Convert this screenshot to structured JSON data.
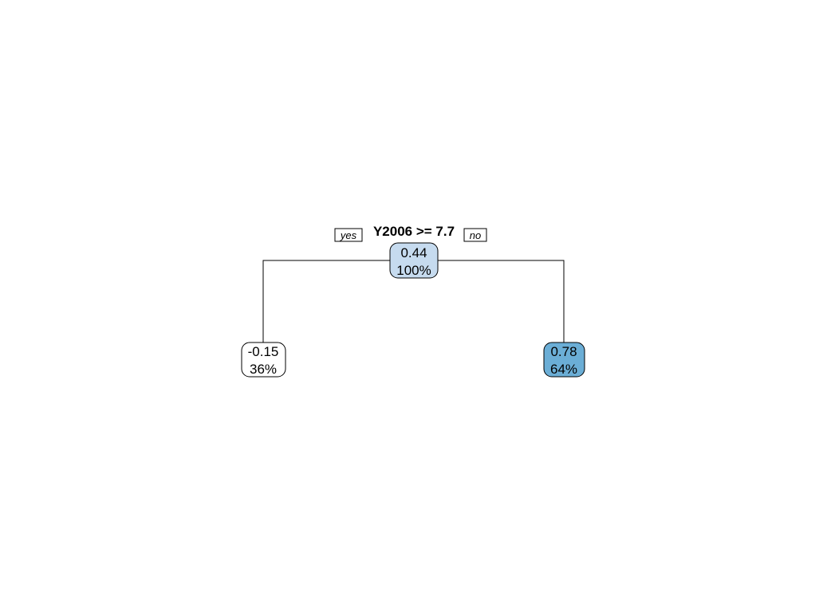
{
  "tree": {
    "split": {
      "label": "Y2006 >= 7.7",
      "yes_label": "yes",
      "no_label": "no"
    },
    "root": {
      "value": "0.44",
      "percent": "100%",
      "fill": "#c6dbef"
    },
    "left_leaf": {
      "value": "-0.15",
      "percent": "36%",
      "fill": "#ffffff"
    },
    "right_leaf": {
      "value": "0.78",
      "percent": "64%",
      "fill": "#6baed6"
    },
    "colors": {
      "line": "#000000",
      "border": "#000000"
    }
  }
}
